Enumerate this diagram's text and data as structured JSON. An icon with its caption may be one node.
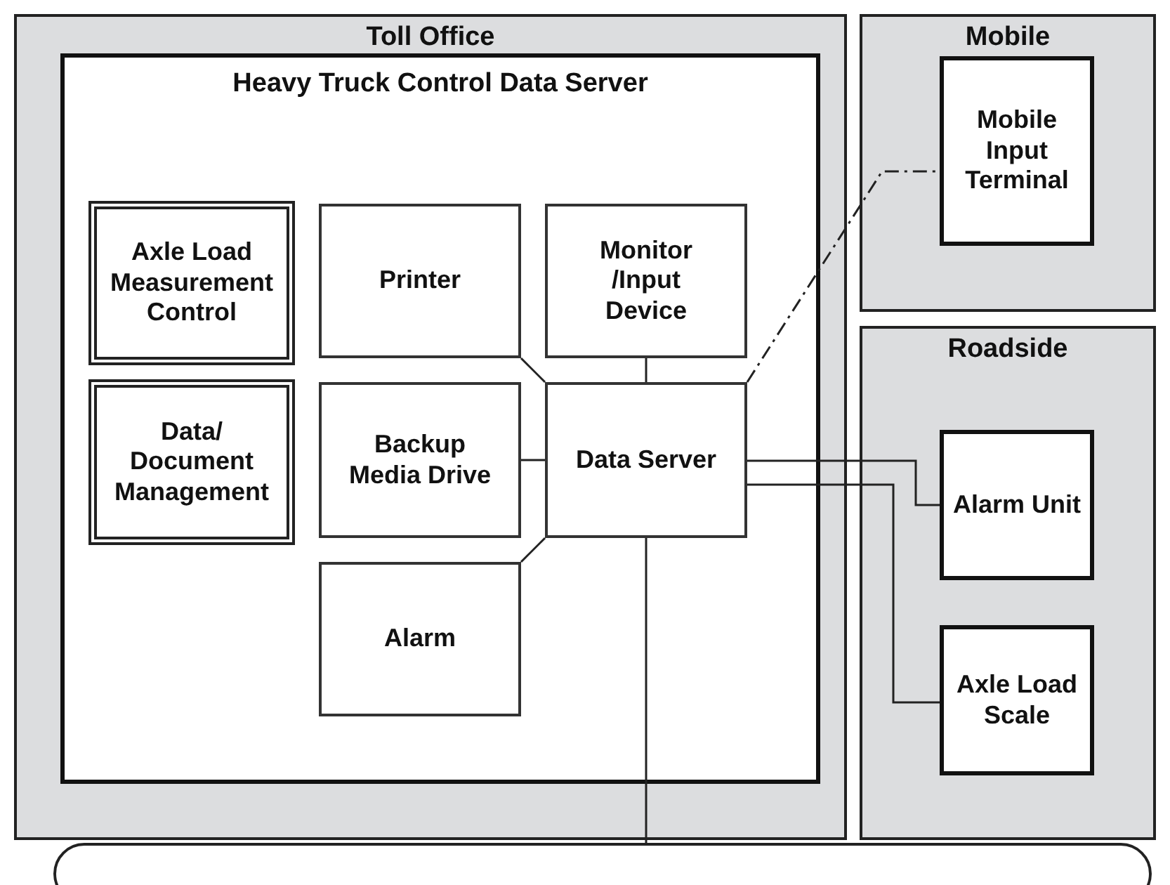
{
  "diagram": {
    "nodes": [
      {
        "text": [
          "Toll Office"
        ]
      },
      {
        "text": [
          "Heavy Truck Control Data Server"
        ],
        "in": 0
      },
      {
        "text": [
          "Axle Load Measurement Control"
        ],
        "in": 1
      },
      {
        "text": [
          "Printer"
        ],
        "in": 1
      },
      {
        "text": [
          "Monitor /Input Device"
        ],
        "in": 1
      },
      {
        "text": [
          "Data/ Document Management"
        ],
        "in": 1
      },
      {
        "text": [
          "Backup Media Drive"
        ],
        "in": 1
      },
      {
        "text": [
          "Data Server"
        ],
        "in": 1
      },
      {
        "text": [
          "Alarm"
        ],
        "in": 1
      },
      {
        "text": [
          "Mobile"
        ]
      },
      {
        "text": [
          "Mobile Input Terminal"
        ],
        "in": 9
      },
      {
        "text": [
          "Roadside"
        ]
      },
      {
        "text": [
          "Alarm Unit"
        ],
        "in": 11
      },
      {
        "text": [
          "Axle Load Scale"
        ],
        "in": 11
      },
      {
        "text": [],
        "shape": "bar"
      }
    ],
    "edges": [
      {
        "from": 3,
        "to": 7,
        "arrow": "none"
      },
      {
        "from": 4,
        "to": 7,
        "arrow": "none"
      },
      {
        "from": 6,
        "to": 7,
        "arrow": "none"
      },
      {
        "from": 8,
        "to": 7,
        "arrow": "none"
      },
      {
        "from": 7,
        "to": 10,
        "arrow": "none",
        "style": "dashed"
      },
      {
        "from": 7,
        "to": 12,
        "arrow": "none"
      },
      {
        "from": 7,
        "to": 13,
        "arrow": "none"
      },
      {
        "from": 7,
        "to": 14,
        "arrow": "none"
      }
    ]
  }
}
